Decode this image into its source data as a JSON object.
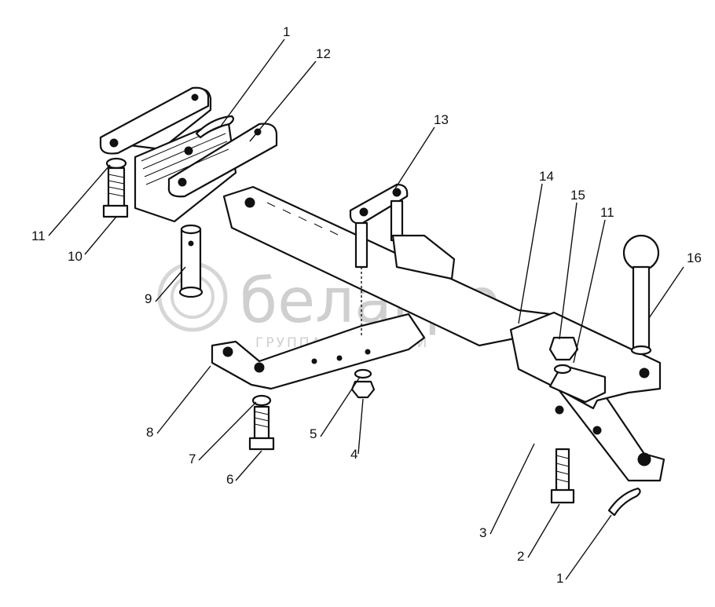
{
  "watermark": {
    "logo_text": "белагро",
    "subtitle": "ГРУППА КОМПАНИЙ",
    "color": "#cfcfcf"
  },
  "callouts": [
    {
      "id": "c1-top",
      "label": "1"
    },
    {
      "id": "c12",
      "label": "12"
    },
    {
      "id": "c13",
      "label": "13"
    },
    {
      "id": "c14",
      "label": "14"
    },
    {
      "id": "c15",
      "label": "15"
    },
    {
      "id": "c11-right",
      "label": "11"
    },
    {
      "id": "c16",
      "label": "16"
    },
    {
      "id": "c11-left",
      "label": "11"
    },
    {
      "id": "c10",
      "label": "10"
    },
    {
      "id": "c9",
      "label": "9"
    },
    {
      "id": "c8",
      "label": "8"
    },
    {
      "id": "c7",
      "label": "7"
    },
    {
      "id": "c6",
      "label": "6"
    },
    {
      "id": "c5",
      "label": "5"
    },
    {
      "id": "c4",
      "label": "4"
    },
    {
      "id": "c3",
      "label": "3"
    },
    {
      "id": "c2",
      "label": "2"
    },
    {
      "id": "c1-bottom",
      "label": "1"
    }
  ],
  "colors": {
    "ink": "#111111",
    "paper": "#ffffff"
  }
}
